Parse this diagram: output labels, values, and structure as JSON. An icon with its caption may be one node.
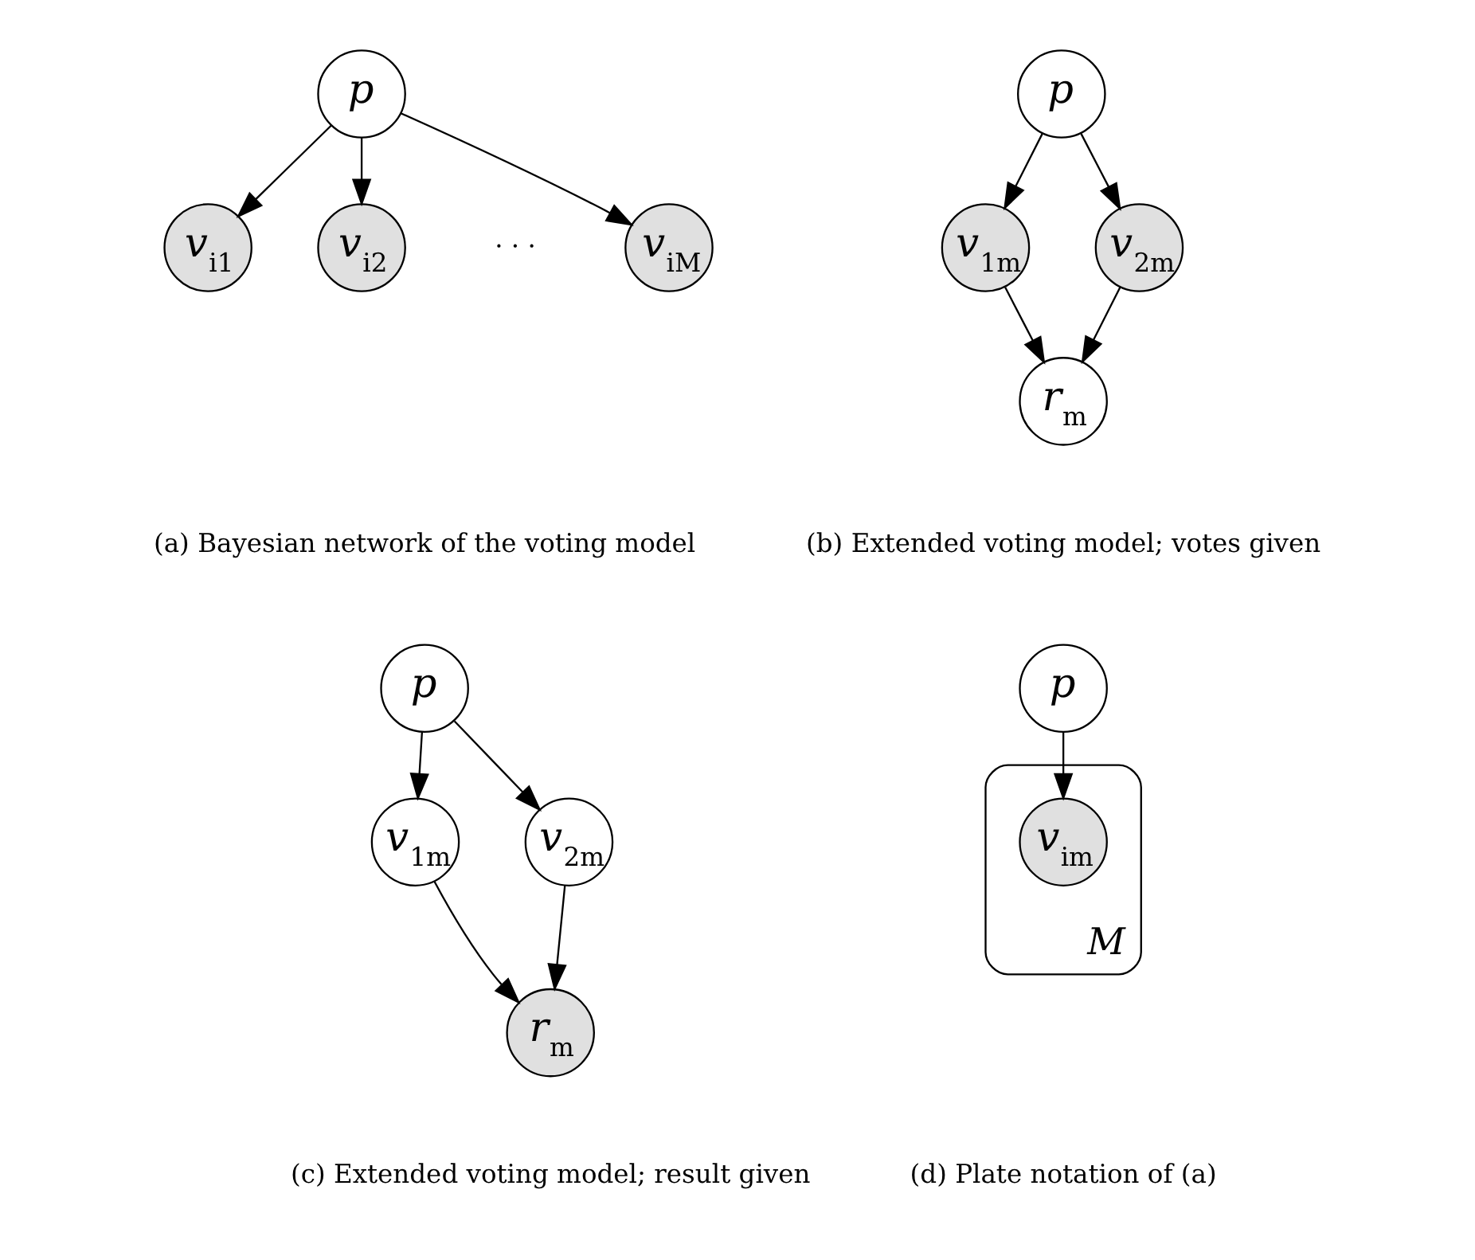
{
  "diagram": {
    "nodes": [
      {
        "text": [
          "p"
        ]
      },
      {
        "text": [
          "v$_{i1}$"
        ]
      },
      {
        "text": [
          "v$_{i2}$"
        ]
      },
      {
        "text": [
          "v$_{iM}$"
        ]
      },
      {
        "text": [
          "p"
        ]
      },
      {
        "text": [
          "v$_{1m}$"
        ]
      },
      {
        "text": [
          "v$_{2m}$"
        ]
      },
      {
        "text": [
          "r$_{m}$"
        ]
      },
      {
        "text": [
          "p"
        ]
      },
      {
        "text": [
          "v$_{1m}$"
        ]
      },
      {
        "text": [
          "v$_{2m}$"
        ]
      },
      {
        "text": [
          "r$_{m}$"
        ]
      },
      {
        "text": [
          "p"
        ]
      },
      {
        "text": [
          "M"
        ]
      },
      {
        "text": [
          "v$_{im}$"
        ],
        "in": 13
      }
    ],
    "edges": [
      {
        "from": 0,
        "to": 1,
        "arrow": "to"
      },
      {
        "from": 0,
        "to": 2,
        "arrow": "to"
      },
      {
        "from": 0,
        "to": 3,
        "arrow": "to"
      },
      {
        "from": 4,
        "to": 5,
        "arrow": "to"
      },
      {
        "from": 4,
        "to": 6,
        "arrow": "to"
      },
      {
        "from": 5,
        "to": 7,
        "arrow": "to"
      },
      {
        "from": 6,
        "to": 7,
        "arrow": "to"
      },
      {
        "from": 8,
        "to": 9,
        "arrow": "to"
      },
      {
        "from": 8,
        "to": 10,
        "arrow": "to"
      },
      {
        "from": 9,
        "to": 11,
        "arrow": "to"
      },
      {
        "from": 10,
        "to": 11,
        "arrow": "to"
      },
      {
        "from": 12,
        "to": 14,
        "arrow": "to"
      }
    ],
    "labels": [
      "· · ·",
      "(a) Bayesian network of the voting model",
      "(b) Extended voting model; votes given",
      "(c) Extended voting model; result given",
      "(d) Plate notation of (a)"
    ]
  }
}
